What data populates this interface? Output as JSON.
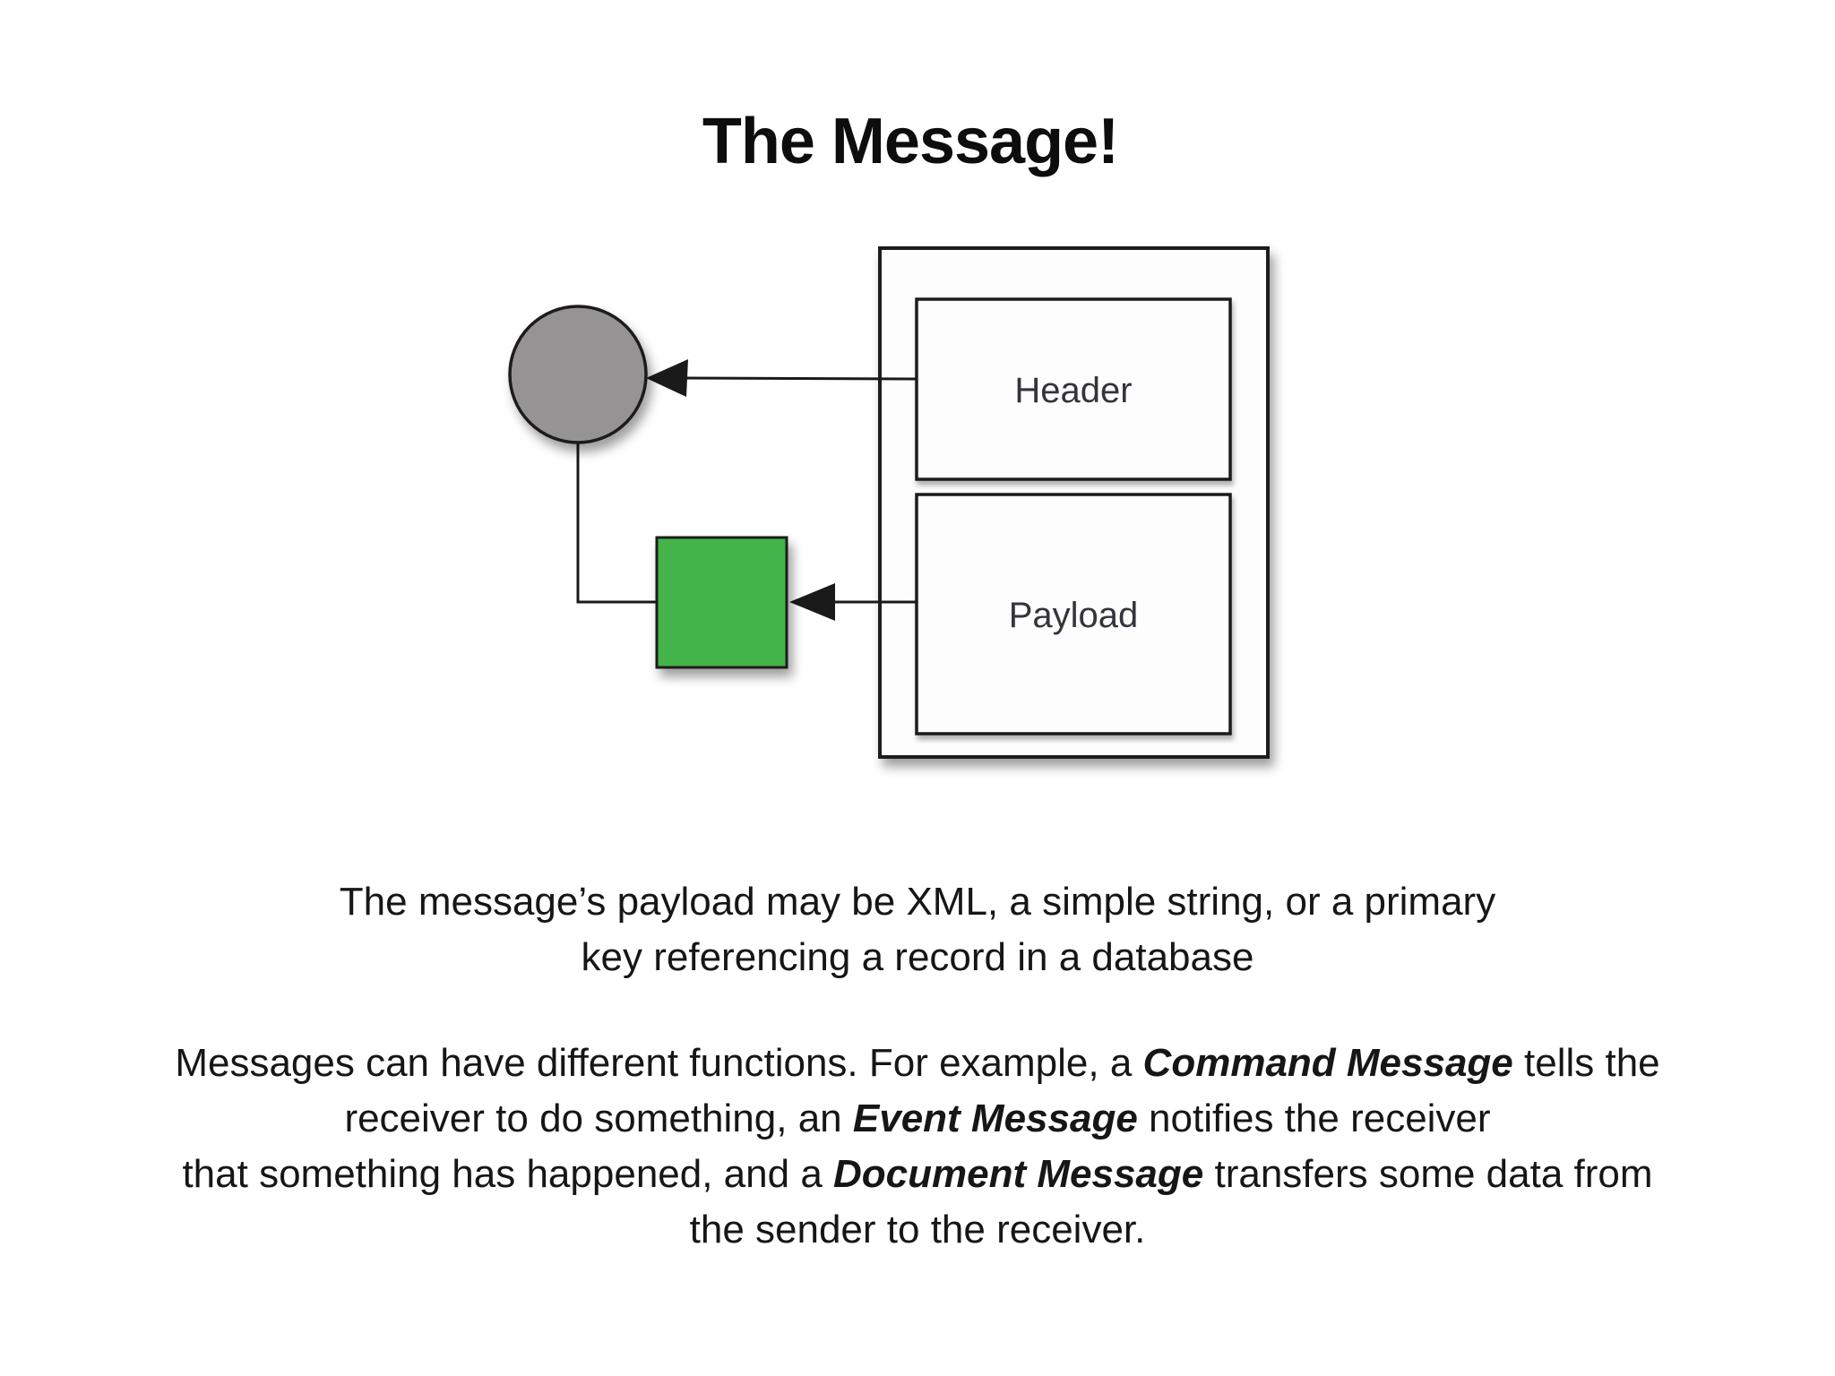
{
  "title": "The Message!",
  "colors": {
    "background": "#ffffff",
    "title": "#0d0d0d",
    "text": "#161616",
    "line": "#1a1a1a",
    "box_fill": "#fdfdfd",
    "circle_fill": "#969394",
    "square_fill": "#43b448",
    "diagram_label": "#34343c"
  },
  "diagram": {
    "header_label": "Header",
    "payload_label": "Payload"
  },
  "paragraphs": [
    {
      "lines": [
        [
          {
            "t": "The message’s payload may be XML, a simple string, or a primary"
          }
        ],
        [
          {
            "t": "key referencing a record in a database"
          }
        ]
      ]
    },
    {
      "lines": [
        [
          {
            "t": "Messages can have different functions. For example, a "
          },
          {
            "t": "Command Message",
            "em": true
          },
          {
            "t": " tells the"
          }
        ],
        [
          {
            "t": "receiver to do something, an "
          },
          {
            "t": "Event Message",
            "em": true
          },
          {
            "t": " notifies the receiver"
          }
        ],
        [
          {
            "t": "that something has happened, and a "
          },
          {
            "t": "Document Message",
            "em": true
          },
          {
            "t": " transfers some data from"
          }
        ],
        [
          {
            "t": "the sender to the receiver."
          }
        ]
      ]
    }
  ]
}
